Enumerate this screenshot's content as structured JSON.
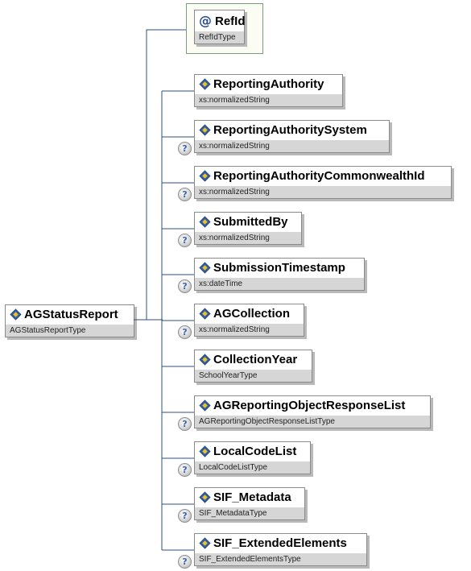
{
  "root": {
    "name": "AGStatusReport",
    "type": "AGStatusReportType"
  },
  "attribute": {
    "icon": "@",
    "name": "RefId",
    "type": "RefIdType"
  },
  "elements": [
    {
      "name": "ReportingAuthority",
      "type": "xs:normalizedString",
      "optional": false
    },
    {
      "name": "ReportingAuthoritySystem",
      "type": "xs:normalizedString",
      "optional": true
    },
    {
      "name": "ReportingAuthorityCommonwealthId",
      "type": "xs:normalizedString",
      "optional": true
    },
    {
      "name": "SubmittedBy",
      "type": "xs:normalizedString",
      "optional": true
    },
    {
      "name": "SubmissionTimestamp",
      "type": "xs:dateTime",
      "optional": true
    },
    {
      "name": "AGCollection",
      "type": "xs:normalizedString",
      "optional": true
    },
    {
      "name": "CollectionYear",
      "type": "SchoolYearType",
      "optional": false
    },
    {
      "name": "AGReportingObjectResponseList",
      "type": "AGReportingObjectResponseListType",
      "optional": true
    },
    {
      "name": "LocalCodeList",
      "type": "LocalCodeListType",
      "optional": true
    },
    {
      "name": "SIF_Metadata",
      "type": "SIF_MetadataType",
      "optional": true
    },
    {
      "name": "SIF_ExtendedElements",
      "type": "SIF_ExtendedElementsType",
      "optional": true
    }
  ],
  "optional_marker": "?",
  "icons": {
    "element": "element-diamond-icon",
    "optional": "optional-question-icon",
    "sequence": "sequence-connector-icon"
  },
  "colors": {
    "connector": "#2f4f78",
    "type_band": "#d6d6d6",
    "icon_blue": "#2d5ea8",
    "icon_yellow": "#f0c020"
  }
}
